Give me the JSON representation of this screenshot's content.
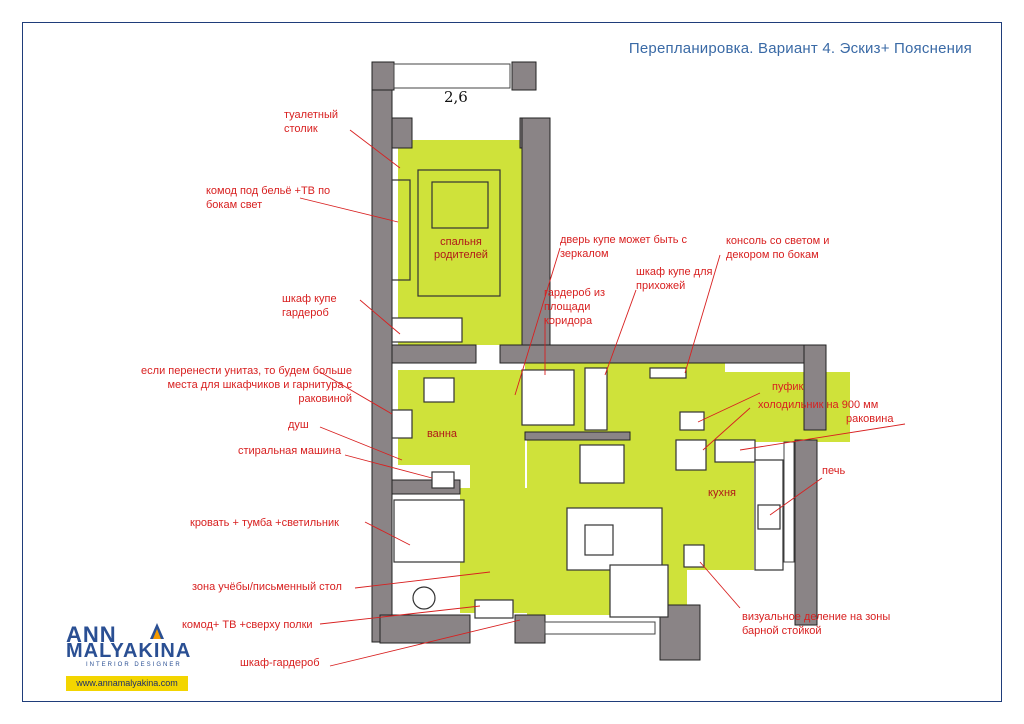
{
  "title": "Перепланировка. Вариант 4. Эскиз+ Пояснения",
  "dimension_label": "2,6",
  "rooms": {
    "bedroom": "спальня родителей",
    "bath": "ванна",
    "kitchen": "кухня"
  },
  "annotations": {
    "vanity": "туалетный столик",
    "dresser": "комод под бельё +ТВ по бокам свет",
    "wardrobe_bedroom": "шкаф купе гардероб",
    "toilet_move": "если перенести унитаз, то будем больше места для шкафчиков и гарнитура с раковиной",
    "shower": "душ",
    "washer": "стиральная машина",
    "bed_set": "кровать + тумба +светильник",
    "study": "зона учёбы/письменный стол",
    "dresser_tv": "комод+ ТВ +сверху полки",
    "wardrobe_kid": "шкаф-гардероб",
    "sliding_door": "дверь купе может быть с зеркалом",
    "closet_corridor": "гардероб из площади коридора",
    "hall_wardrobe": "шкаф купе для прихожей",
    "console": "консоль со светом и декором по бокам",
    "pouf": "пуфик",
    "fridge": "холодильник на 900 мм",
    "sink": "раковина",
    "stove": "печь",
    "bar_divider": "визуальное деление на зоны барной стойкой"
  },
  "logo": {
    "line1": "ANN",
    "line2": "MALYAKINA",
    "subtitle": "INTERIOR DESIGNER",
    "url": "www.annamalyakina.com"
  },
  "colors": {
    "accent_green": "#cfe23a",
    "label_red": "#d82020",
    "title_blue": "#3a6aa6",
    "wall_gray": "#8a8486",
    "brand_blue": "#2a4f93",
    "brand_yellow": "#f3d500"
  }
}
